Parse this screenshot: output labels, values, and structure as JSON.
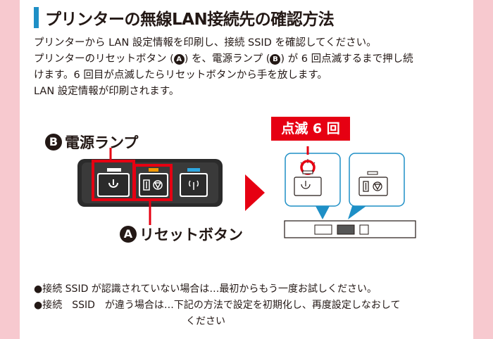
{
  "title": "プリンターの無線LAN接続先の確認方法",
  "intro": {
    "line1": "プリンターから LAN 設定情報を印刷し、接続 SSID を確認してください。",
    "line2_a": "プリンターのリセットボタン (",
    "marker_a": "A",
    "line2_b": ") を、電源ランプ (",
    "marker_b": "B",
    "line2_c": ") が 6 回点滅するまで押し続",
    "line3": "けます。6 回目が点滅したらリセットボタンから手を放します。",
    "line4": "LAN 設定情報が印刷されます。"
  },
  "diagram": {
    "power_lamp_marker": "B",
    "power_lamp_label": "電源ランプ",
    "reset_button_marker": "A",
    "reset_button_label": "リセットボタン",
    "blink_badge": "点滅 6 回"
  },
  "colors": {
    "accent_red": "#e60012",
    "accent_blue": "#1e8fc6",
    "background_pink": "#f7c9cf",
    "panel_dark": "#2b2b2b"
  },
  "icons": {
    "power": "power-icon",
    "reset": "reset-icon",
    "wireless": "wireless-icon",
    "arrow": "right-arrow-icon"
  },
  "notes": {
    "note1": "●接続 SSID が認識されていない場合は…最初からもう一度お試しください。",
    "note2_a": "●接続　SSID　が違う場合は…下記の方法で設定を初期化し、再度設定しなおして",
    "note2_b": "ください"
  }
}
